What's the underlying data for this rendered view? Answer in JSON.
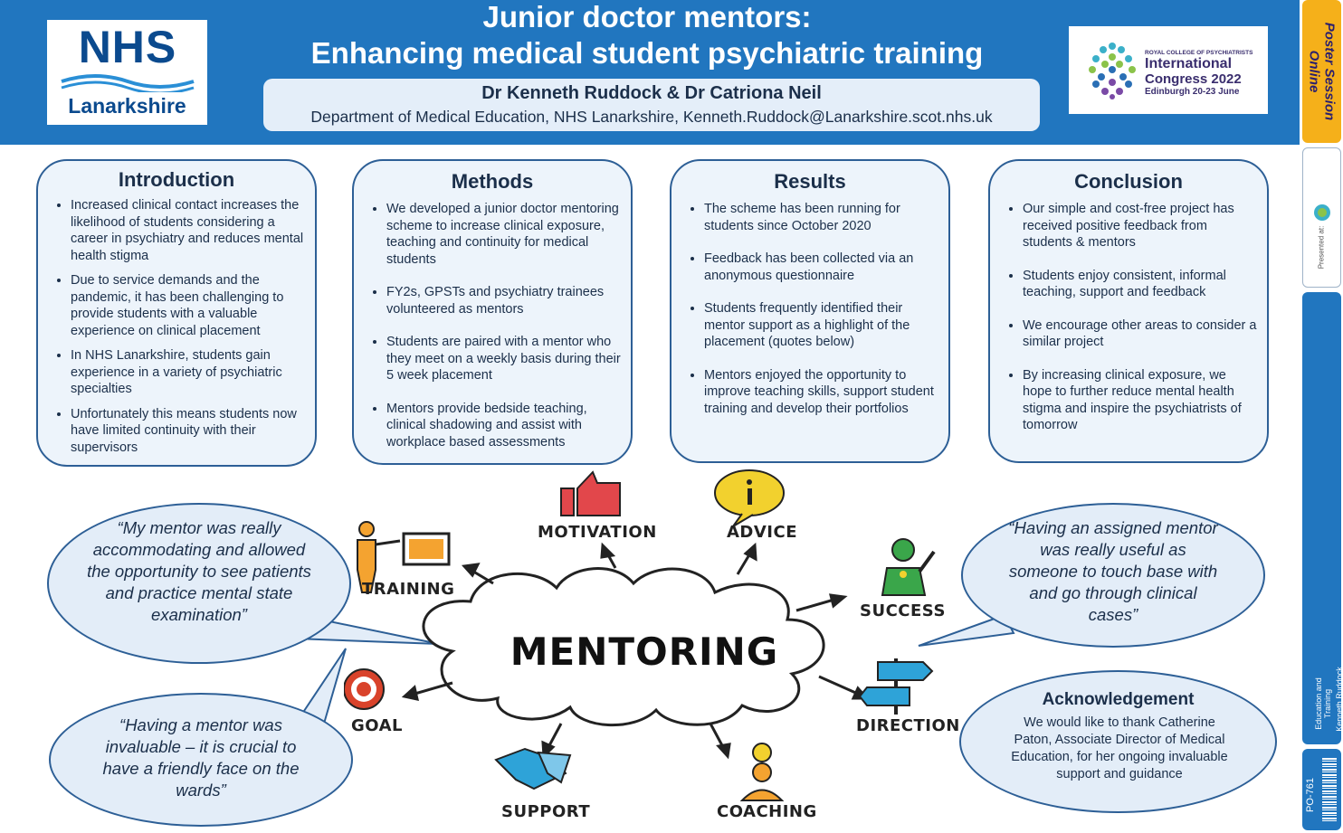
{
  "header": {
    "title_line1": "Junior doctor mentors:",
    "title_line2": "Enhancing medical student psychiatric training",
    "authors": "Dr Kenneth Ruddock & Dr Catriona Neil",
    "affiliation": "Department of Medical Education, NHS Lanarkshire, Kenneth.Ruddock@Lanarkshire.scot.nhs.uk",
    "nhs_logo_text": "NHS",
    "nhs_logo_sub": "Lanarkshire",
    "congress": {
      "small": "ROYAL COLLEGE OF PSYCHIATRISTS",
      "line1": "International",
      "line2": "Congress 2022",
      "line3": "Edinburgh 20-23 June"
    }
  },
  "side_strip": {
    "brand": "Poster Session Online",
    "presented_at": "Presented at:",
    "category": "Education and Training",
    "author": "Kenneth Ruddock",
    "code": "PO-761"
  },
  "sections": {
    "introduction": {
      "title": "Introduction",
      "items": [
        "Increased clinical contact increases the likelihood of students considering a career in psychiatry and reduces mental health stigma",
        "Due to service demands and the pandemic, it has been challenging to provide students with a valuable experience on clinical placement",
        "In NHS Lanarkshire, students gain experience in a variety of psychiatric specialties",
        "Unfortunately this means students now have limited continuity with their supervisors"
      ]
    },
    "methods": {
      "title": "Methods",
      "items": [
        "We developed a junior doctor mentoring scheme to increase clinical exposure, teaching and continuity for medical students",
        "FY2s, GPSTs and psychiatry trainees volunteered as mentors",
        "Students are paired with a mentor who they meet on a weekly basis during their 5 week placement",
        "Mentors provide bedside teaching, clinical shadowing and assist with workplace based assessments"
      ]
    },
    "results": {
      "title": "Results",
      "items": [
        "The scheme has been running for students since October 2020",
        "Feedback has been collected via an anonymous questionnaire",
        "Students frequently identified their mentor support as a highlight of the placement (quotes below)",
        "Mentors enjoyed the opportunity to improve teaching skills, support student training and develop their portfolios"
      ]
    },
    "conclusion": {
      "title": "Conclusion",
      "items": [
        "Our simple and cost-free project has received positive feedback from students & mentors",
        "Students enjoy consistent, informal teaching, support and feedback",
        "We encourage other areas to consider a similar project",
        "By increasing clinical exposure, we hope to further reduce mental health stigma and inspire the psychiatrists of tomorrow"
      ]
    }
  },
  "quotes": {
    "q1": "“My mentor was really accommodating and allowed the opportunity to see patients and practice mental state examination”",
    "q2": "“Having a mentor was invaluable – it is crucial to have a friendly face on the wards”",
    "q3": "“Having an assigned mentor was really useful as someone to touch base with and go through clinical cases”"
  },
  "acknowledgement": {
    "title": "Acknowledgement",
    "text": "We would like to thank Catherine Paton, Associate Director of Medical Education, for her ongoing invaluable support and guidance"
  },
  "diagram": {
    "center": "MENTORING",
    "labels": {
      "training": "TRAINING",
      "motivation": "MOTIVATION",
      "advice": "ADVICE",
      "success": "SUCCESS",
      "goal": "GOAL",
      "direction": "DIRECTION",
      "support": "SUPPORT",
      "coaching": "COACHING"
    },
    "colors": {
      "header_blue": "#2176bf",
      "nhs_blue": "#0b4a8e",
      "thumb_red": "#e2474b",
      "bulb_yellow": "#f2d12e",
      "success_green": "#3aa64a",
      "direction_blue": "#2ea3d8",
      "training_orange": "#f4a330",
      "goal_red": "#d9432b"
    }
  }
}
